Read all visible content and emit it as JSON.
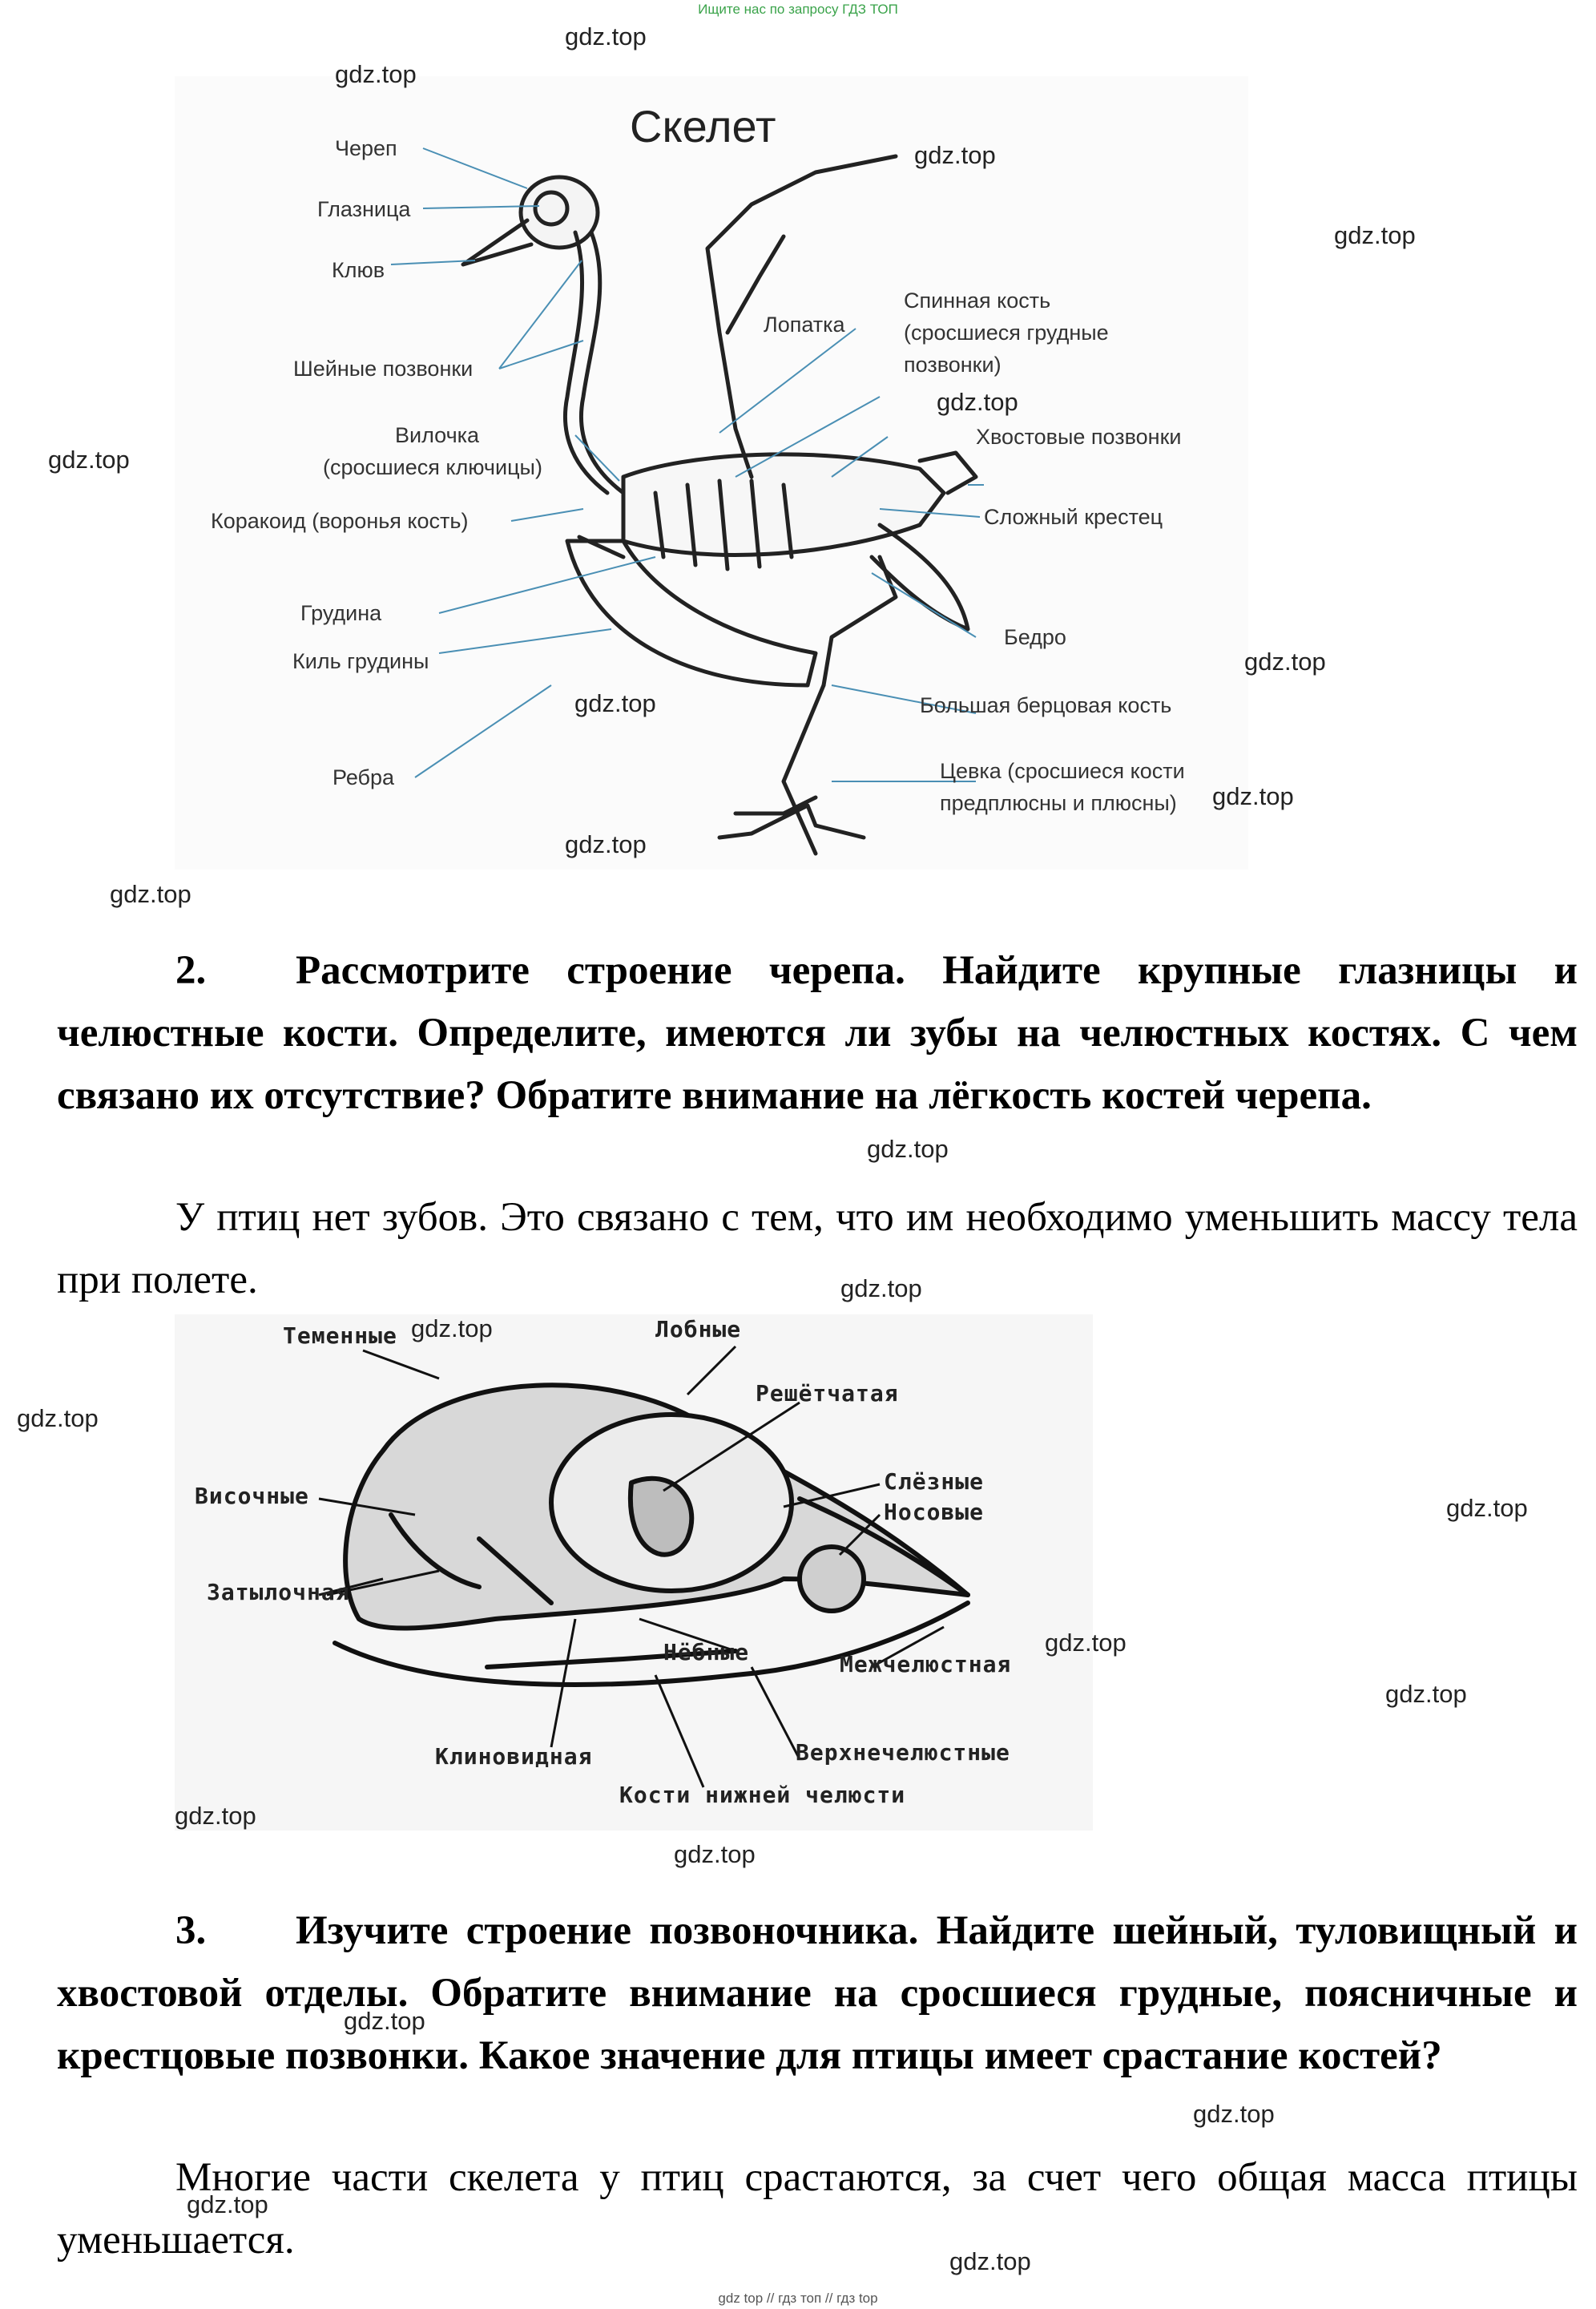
{
  "banner": "Ищите нас по запросу ГДЗ ТОП",
  "footer": "gdz top  //  гдз топ  //  гдз top",
  "watermark": "gdz.top",
  "skeleton": {
    "title": "Скелет",
    "labels_left": [
      "Череп",
      "Глазница",
      "Клюв",
      "Шейные позвонки",
      "Вилочка",
      "(сросшиеся ключицы)",
      "Коракоид  (воронья кость)",
      "Грудина",
      "Киль грудины",
      "Ребра"
    ],
    "labels_right": [
      "Лопатка",
      "Спинная кость",
      "(сросшиеся грудные",
      "позвонки)",
      "Хвостовые позвонки",
      "Сложный крестец",
      "Бедро",
      "Большая берцовая кость",
      "Цевка (сросшиеся кости",
      "предплюсны и плюсны)"
    ]
  },
  "task2": {
    "number": "2.",
    "question": "Рассмотрите строение черепа. Найдите крупные глазницы и челюстные кости. Определите, имеются ли зубы на челюстных костях. С чем связано их отсутствие? Обратите внимание на лёгкость костей черепа.",
    "answer": "У птиц нет зубов. Это связано с тем, что им необходимо уменьшить массу тела при полете."
  },
  "skull": {
    "labels": [
      "Теменные",
      "Лобные",
      "Решётчатая",
      "Слёзные",
      "Носовые",
      "Височные",
      "Затылочная",
      "Нёбные",
      "Межчелюстная",
      "Клиновидная",
      "Верхнечелюстные",
      "Кости нижней челюсти"
    ]
  },
  "task3": {
    "number": "3.",
    "question": "Изучите строение позвоночника. Найдите шейный, туловищный и хвостовой отделы. Обратите внимание на сросшиеся грудные, поясничные и крестцовые позвонки. Какое значение для птицы имеет срастание костей?",
    "answer": "Многие части скелета у птиц срастаются, за счет чего общая масса птицы уменьшается."
  }
}
